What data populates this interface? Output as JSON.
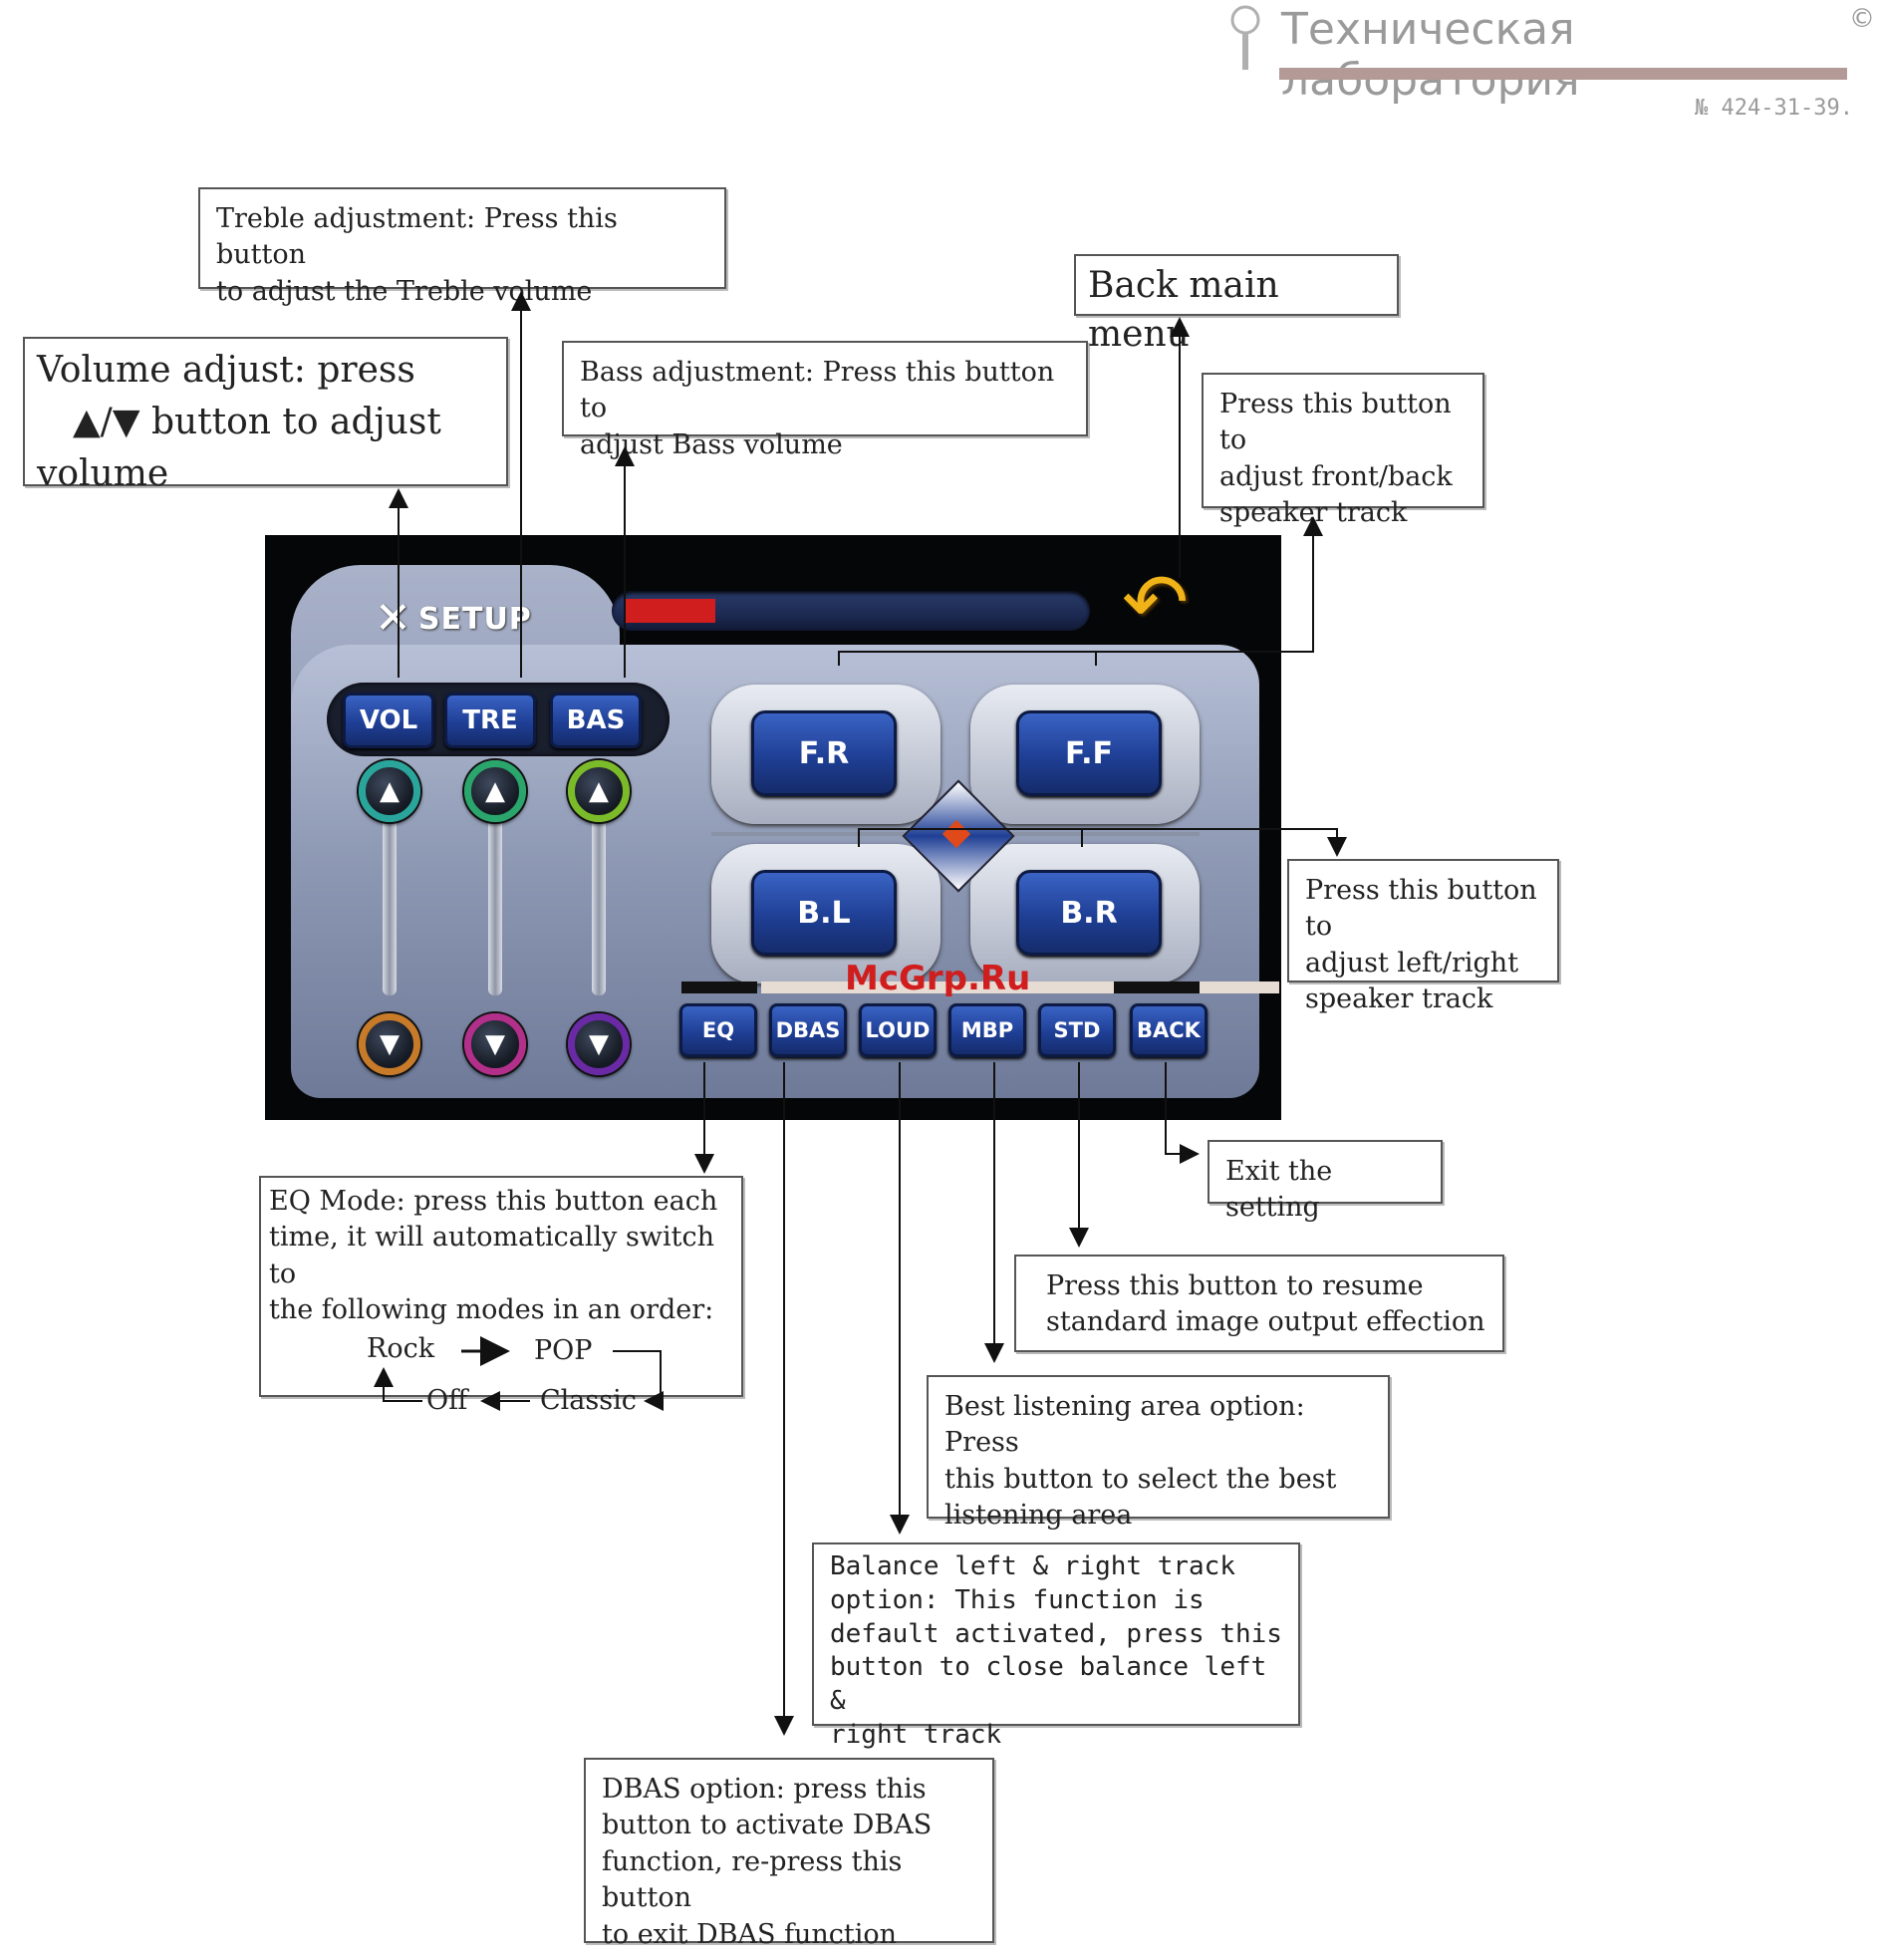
{
  "brand": {
    "lab_name": "Техническая лаборатория",
    "copyright": "©",
    "phone": "№ 424-31-39."
  },
  "watermark": "McGrp.Ru",
  "screen": {
    "setup_label": "SETUP",
    "level_bar_fraction": 0.2,
    "tabs": [
      "VOL",
      "TRE",
      "BAS"
    ],
    "pad_buttons": {
      "fr": "F.R",
      "ff": "F.F",
      "bl": "B.L",
      "br": "B.R"
    },
    "bottom_buttons": [
      "EQ",
      "DBAS",
      "LOUD",
      "MBP",
      "STD",
      "BACK"
    ],
    "up_glyph": "▲",
    "down_glyph": "▼",
    "back_glyph": "↶",
    "knob_colors": {
      "vol_up": "#2aa59b",
      "tre_up": "#2aa56b",
      "bas_up": "#7bbb2a",
      "vol_down": "#c77a28",
      "tre_down": "#b22f8a",
      "bas_down": "#6a2aa5"
    },
    "accent_red": "#d01d1d",
    "button_blue": "#1f3f95"
  },
  "callouts": {
    "treble": [
      "Treble adjustment: Press this button",
      "to adjust the Treble volume"
    ],
    "volume": [
      "Volume adjust: press",
      "▲/▼ button to adjust",
      "volume"
    ],
    "bass": [
      "Bass adjustment: Press this button to",
      "adjust Bass volume"
    ],
    "back_main": "Back main menu",
    "front_back": [
      "Press this button to",
      "adjust front/back",
      "speaker track"
    ],
    "left_right": [
      "Press this button to",
      "adjust left/right",
      "speaker track"
    ],
    "exit": "Exit the setting",
    "std": [
      "Press this button to resume",
      "standard image output effection"
    ],
    "mbp": [
      "Best listening area option: Press",
      "this button to select the best",
      "listening area"
    ],
    "loud": [
      "Balance left & right track",
      "option: This function is",
      "default activated, press this",
      "button to close balance left &",
      "right track"
    ],
    "dbas": [
      "DBAS option: press this",
      "button to activate DBAS",
      "function, re-press this button",
      "to exit DBAS function"
    ],
    "eq": {
      "lines": [
        "EQ Mode: press this button each",
        "time, it will automatically switch to",
        "the following modes in an order:"
      ],
      "modes": [
        "Rock",
        "POP",
        "Classic",
        "Off"
      ]
    }
  }
}
